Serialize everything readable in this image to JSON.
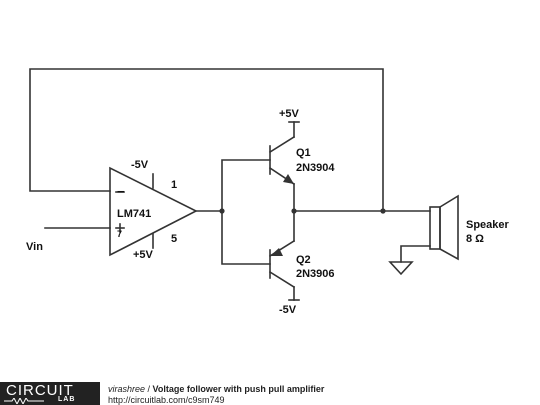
{
  "diagram": {
    "opamp": {
      "name": "LM741",
      "pin_top": "1",
      "pin_bottom": "5",
      "pin_center": "7",
      "minus_sign": "−",
      "plus_sign": "+",
      "supply_top": "-5V",
      "supply_bottom": "+5V"
    },
    "q1": {
      "name": "Q1",
      "part": "2N3904",
      "supply": "+5V"
    },
    "q2": {
      "name": "Q2",
      "part": "2N3906",
      "supply": "-5V"
    },
    "input_label": "Vin",
    "speaker": {
      "name": "Speaker",
      "value": "8 Ω"
    }
  },
  "footer": {
    "logo_top": "CIRCUIT",
    "logo_bottom": "LAB",
    "author": "virashree",
    "separator": " / ",
    "title": "Voltage follower with push pull amplifier",
    "url": "http://circuitlab.com/c9sm749"
  }
}
